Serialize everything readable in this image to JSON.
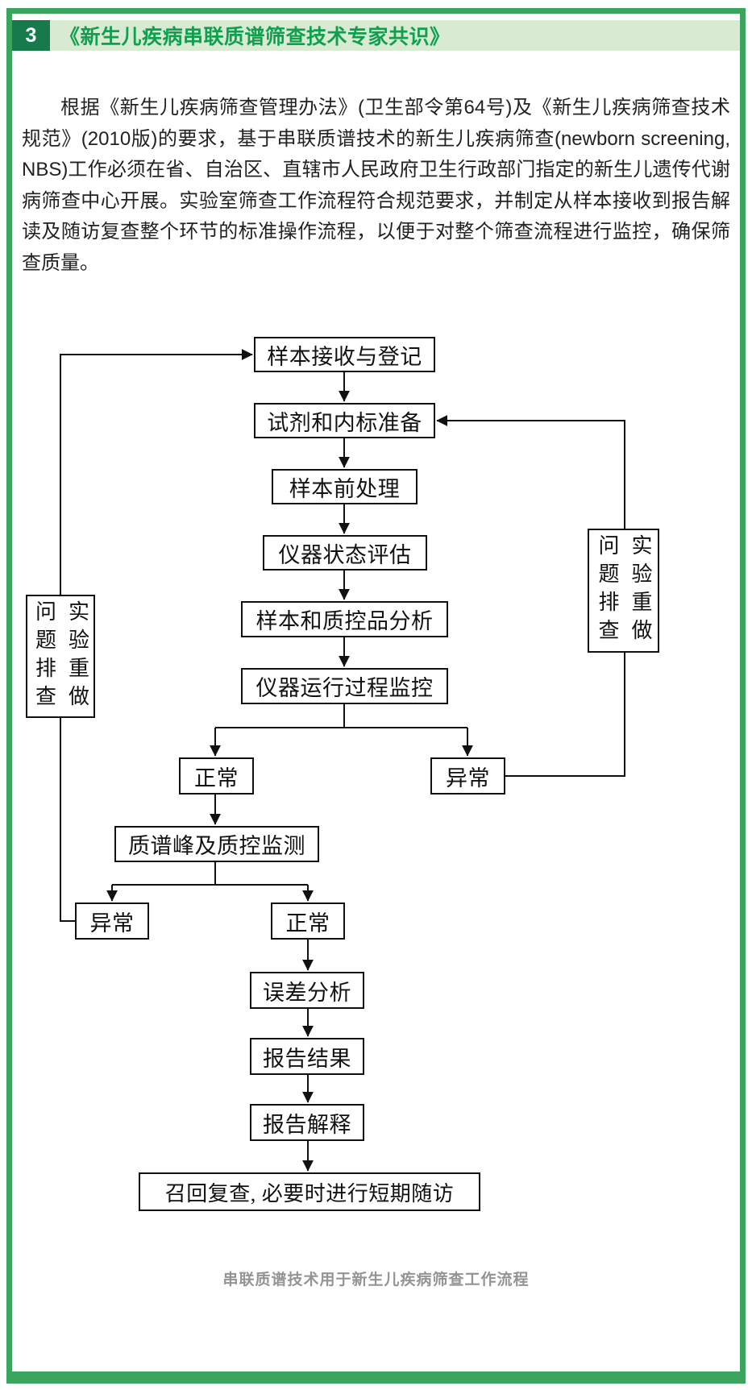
{
  "header": {
    "number": "3",
    "title": "《新生儿疾病串联质谱筛查技术专家共识》"
  },
  "article": {
    "paragraph": "根据《新生儿疾病筛查管理办法》(卫生部令第64号)及《新生儿疾病筛查技术规范》(2010版)的要求，基于串联质谱技术的新生儿疾病筛查(newborn screening, NBS)工作必须在省、自治区、直辖市人民政府卫生行政部门指定的新生儿遗传代谢病筛查中心开展。实验室筛查工作流程符合规范要求，并制定从样本接收到报告解读及随访复查整个环节的标准操作流程，以便于对整个筛查流程进行监控，确保筛查质量。",
    "caption": "串联质谱技术用于新生儿疾病筛查工作流程"
  },
  "flowchart": {
    "nodes": {
      "receive": "样本接收与登记",
      "reagent": "试剂和内标准备",
      "pretreat": "样本前处理",
      "evaluate": "仪器状态评估",
      "analyze": "样本和质控品分析",
      "monitor": "仪器运行过程监控",
      "normal1": "正常",
      "abnormal1": "异常",
      "qc_monitor": "质谱峰及质控监测",
      "abnormal2": "异常",
      "normal2": "正常",
      "error_analysis": "误差分析",
      "report_result": "报告结果",
      "report_interpret": "报告解释",
      "recall": "召回复查, 必要时进行短期随访"
    },
    "side": {
      "problem": "问题排查",
      "redo": "实验重做"
    }
  },
  "colors": {
    "frame_green": "#3ba45f",
    "header_number_bg": "#177a4c",
    "header_bar_bg": "#d9ead3",
    "title_green": "#0fa04f",
    "body_text": "#222222",
    "flow_line": "#111111",
    "caption_gray": "#949494"
  }
}
